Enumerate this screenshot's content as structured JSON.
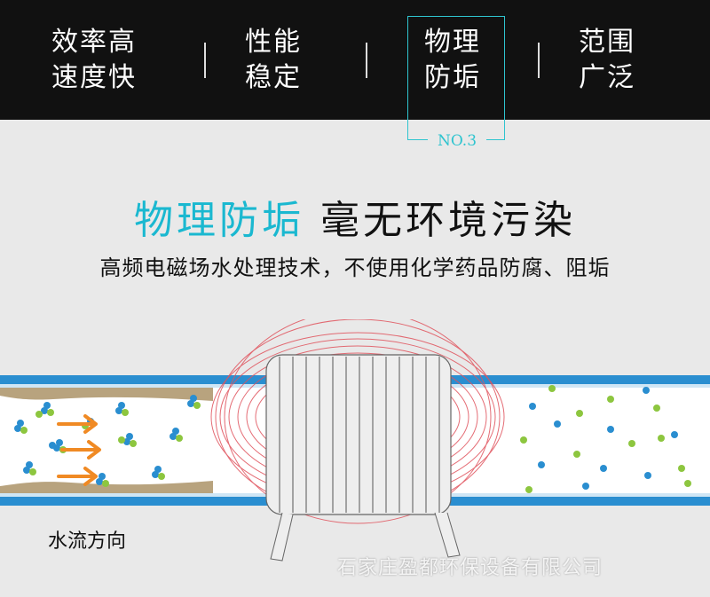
{
  "tabs": [
    {
      "label": "效率高\n速度快"
    },
    {
      "label": "性能\n稳定"
    },
    {
      "label": "物理\n防垢"
    },
    {
      "label": "范围\n广泛"
    }
  ],
  "active_tab_number": "NO.3",
  "headline": {
    "cyan": "物理防垢",
    "black": "毫无环境污染"
  },
  "subline": "高频电磁场水处理技术，不使用化学药品防腐、阻垢",
  "flow_label": "水流方向",
  "company": "石家庄盈都环保设备有限公司",
  "colors": {
    "accent": "#1ab8d0",
    "pipe": "#2a8ed0",
    "arrow": "#f08a24",
    "scale": "#b8a37e"
  }
}
